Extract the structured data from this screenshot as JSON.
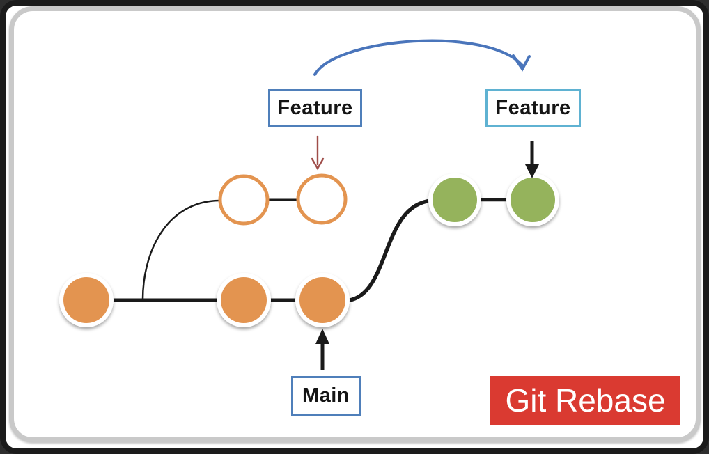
{
  "scene": {
    "banner": {
      "label": "Git Rebase"
    },
    "boxes": {
      "feature_before": {
        "label": "Feature"
      },
      "feature_after": {
        "label": "Feature"
      },
      "main": {
        "label": "Main"
      }
    },
    "graph": {
      "main_commit_count": 3,
      "feature_commit_count_before_rebase": 2,
      "feature_commit_count_after_rebase": 2,
      "main_commit_style": "filled-orange",
      "feature_before_style": "hollow-orange",
      "feature_after_style": "filled-green"
    },
    "colors": {
      "orange_commit": "#e39450",
      "green_commit": "#95b35c",
      "blue_box_border": "#4f7fba",
      "teal_box_border": "#5fb2d2",
      "blue_arrow": "#4a75bb",
      "red_arrow": "#9f4d49",
      "banner_red": "#da3a31",
      "line": "#1a1a1a",
      "card_border": "#c9c9c9",
      "frame": "#1b1b1b",
      "background": "#2e2e2e"
    }
  }
}
